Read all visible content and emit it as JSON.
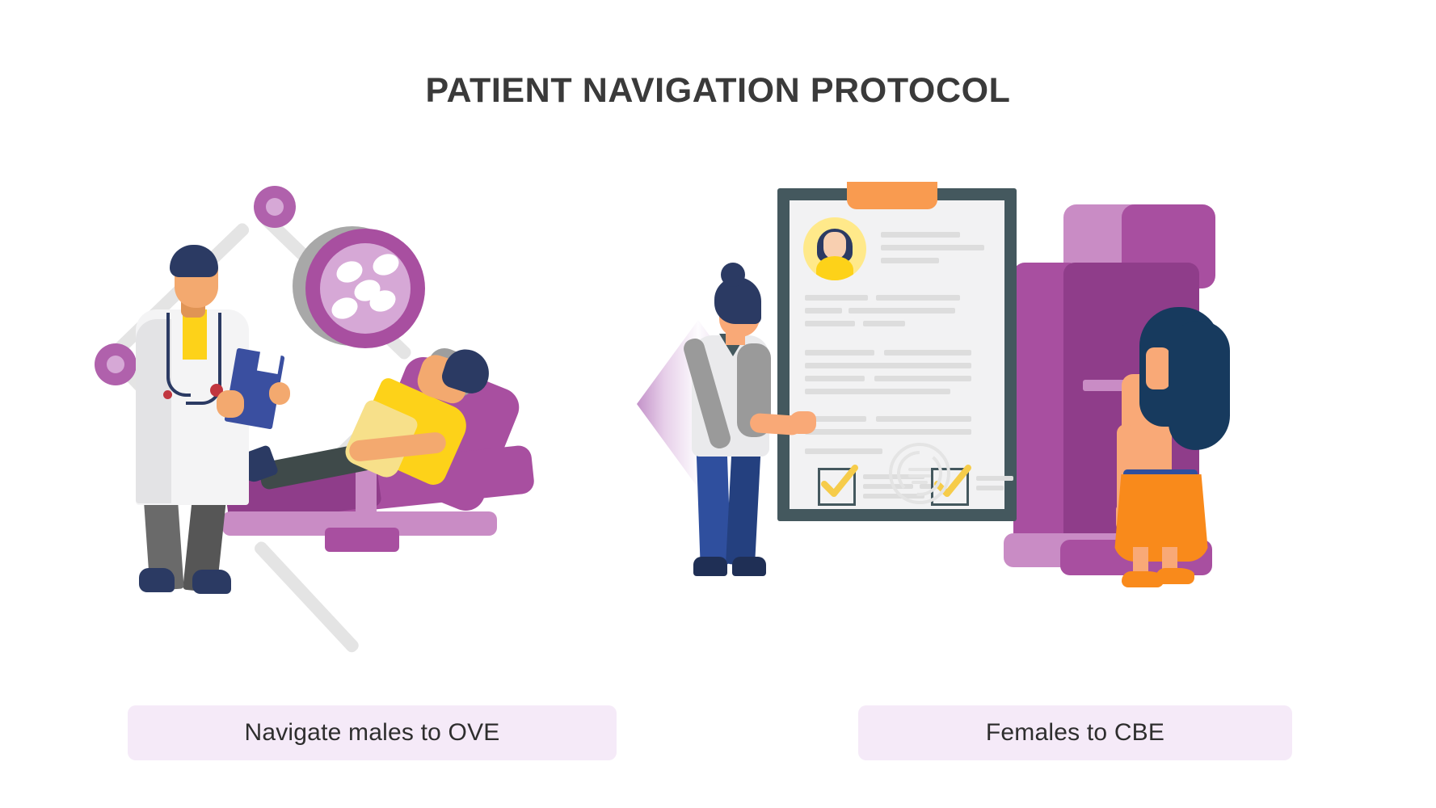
{
  "slide": {
    "title": "PATIENT NAVIGATION PROTOCOL",
    "background_color": "#ffffff",
    "title_color": "#3a3a3a"
  },
  "captions": {
    "left": {
      "label": "Navigate males to OVE",
      "background_color": "#f5eaf8",
      "text_color": "#2e2e2e"
    },
    "right": {
      "label": "Females to CBE",
      "background_color": "#f5eaf8",
      "text_color": "#2e2e2e"
    }
  },
  "divider": {
    "shape": "diamond",
    "gradient_outer_color": "#c392c9",
    "gradient_inner_color": "#fdfcfe"
  },
  "illustration_left": {
    "name": "doctor-examining-patient-on-exam-chair",
    "elements": [
      "surgical-lamp",
      "lamp-articulated-arm",
      "doctor-figure",
      "stethoscope",
      "clipboard",
      "patient-figure",
      "exam-chair"
    ],
    "palette": {
      "lamp_ring": "#a84fa0",
      "lamp_face": "#d6a8d6",
      "arm": "#e4e4e4",
      "coat": "#f4f4f5",
      "shirt": "#fdd219",
      "hair": "#2b3a63",
      "skin": "#f3a96f",
      "pants": "#6a6a6a",
      "chair": "#a84fa0",
      "chair_light": "#c98cc5"
    }
  },
  "illustration_right": {
    "name": "nurse-with-clipboard-and-woman-at-mammography-machine",
    "elements": [
      "nurse-figure",
      "clipboard-document",
      "patient-avatar",
      "checkbox-checked-1",
      "checkbox-checked-2",
      "document-seal",
      "mammography-machine",
      "woman-patient-figure"
    ],
    "palette": {
      "clipboard_frame": "#44585e",
      "page": "#f2f2f3",
      "clip_tab": "#f99b50",
      "check_mark": "#f6cc4a",
      "avatar_ring": "#ffe98a",
      "machine": "#a84fa0",
      "machine_light": "#c98cc5",
      "skirt": "#f98a1b",
      "hair": "#173a5e",
      "skin": "#f9a977"
    }
  }
}
